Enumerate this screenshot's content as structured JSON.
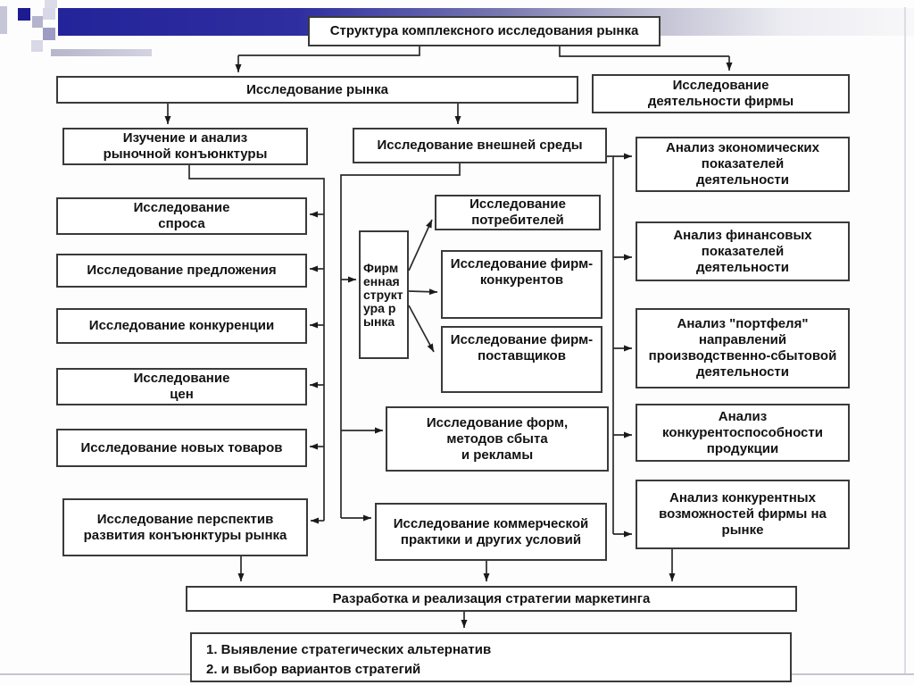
{
  "slide_title": "Структура комплексного исследования рынка",
  "nodes": {
    "title": "Структура комплексного исследования рынка",
    "market_research": "Исследование рынка",
    "firm_activity": "Исследование\nдеятельности фирмы",
    "conjuncture": "Изучение и анализ\nрыночной конъюнктуры",
    "demand": "Исследование\nспроса",
    "supply": "Исследование предложения",
    "competition": "Исследование конкуренции",
    "prices": "Исследование\nцен",
    "new_products": "Исследование новых товаров",
    "prospects": "Исследование перспектив\nразвития конъюнктуры рынка",
    "environment": "Исследование внешней среды",
    "firm_structure": "Фирменная структура рынка",
    "consumers": "Исследование\nпотребителей",
    "competitor_firms": "Исследование фирм-\nконкурентов",
    "supplier_firms": "Исследование фирм-\nпоставщиков",
    "sales_forms": "Исследование форм,\nметодов сбыта\nи рекламы",
    "commercial_practice": "Исследование коммерческой\nпрактики и других условий",
    "economic_indicators": "Анализ экономических\nпоказателей\nдеятельности",
    "financial_indicators": "Анализ финансовых\nпоказателей\nдеятельности",
    "portfolio": "Анализ \"портфеля\"\nнаправлений\nпроизводственно-сбытовой\nдеятельности",
    "product_competitiveness": "Анализ\nконкурентоспособности\nпродукции",
    "firm_competitive": "Анализ конкурентных\nвозможностей фирмы на\nрынке",
    "strategy": "Разработка и реализация стратегии маркетинга"
  },
  "alternatives": {
    "items": [
      "1. Выявление стратегических альтернатив",
      "2. и выбор вариантов стратегий"
    ]
  },
  "colors": {
    "header_bar_start": "#24249a",
    "header_bar_end": "#f8f8fa",
    "box_border": "#3a3a3a",
    "line": "#2b2b2b",
    "accent_square": "#1c1c90"
  }
}
